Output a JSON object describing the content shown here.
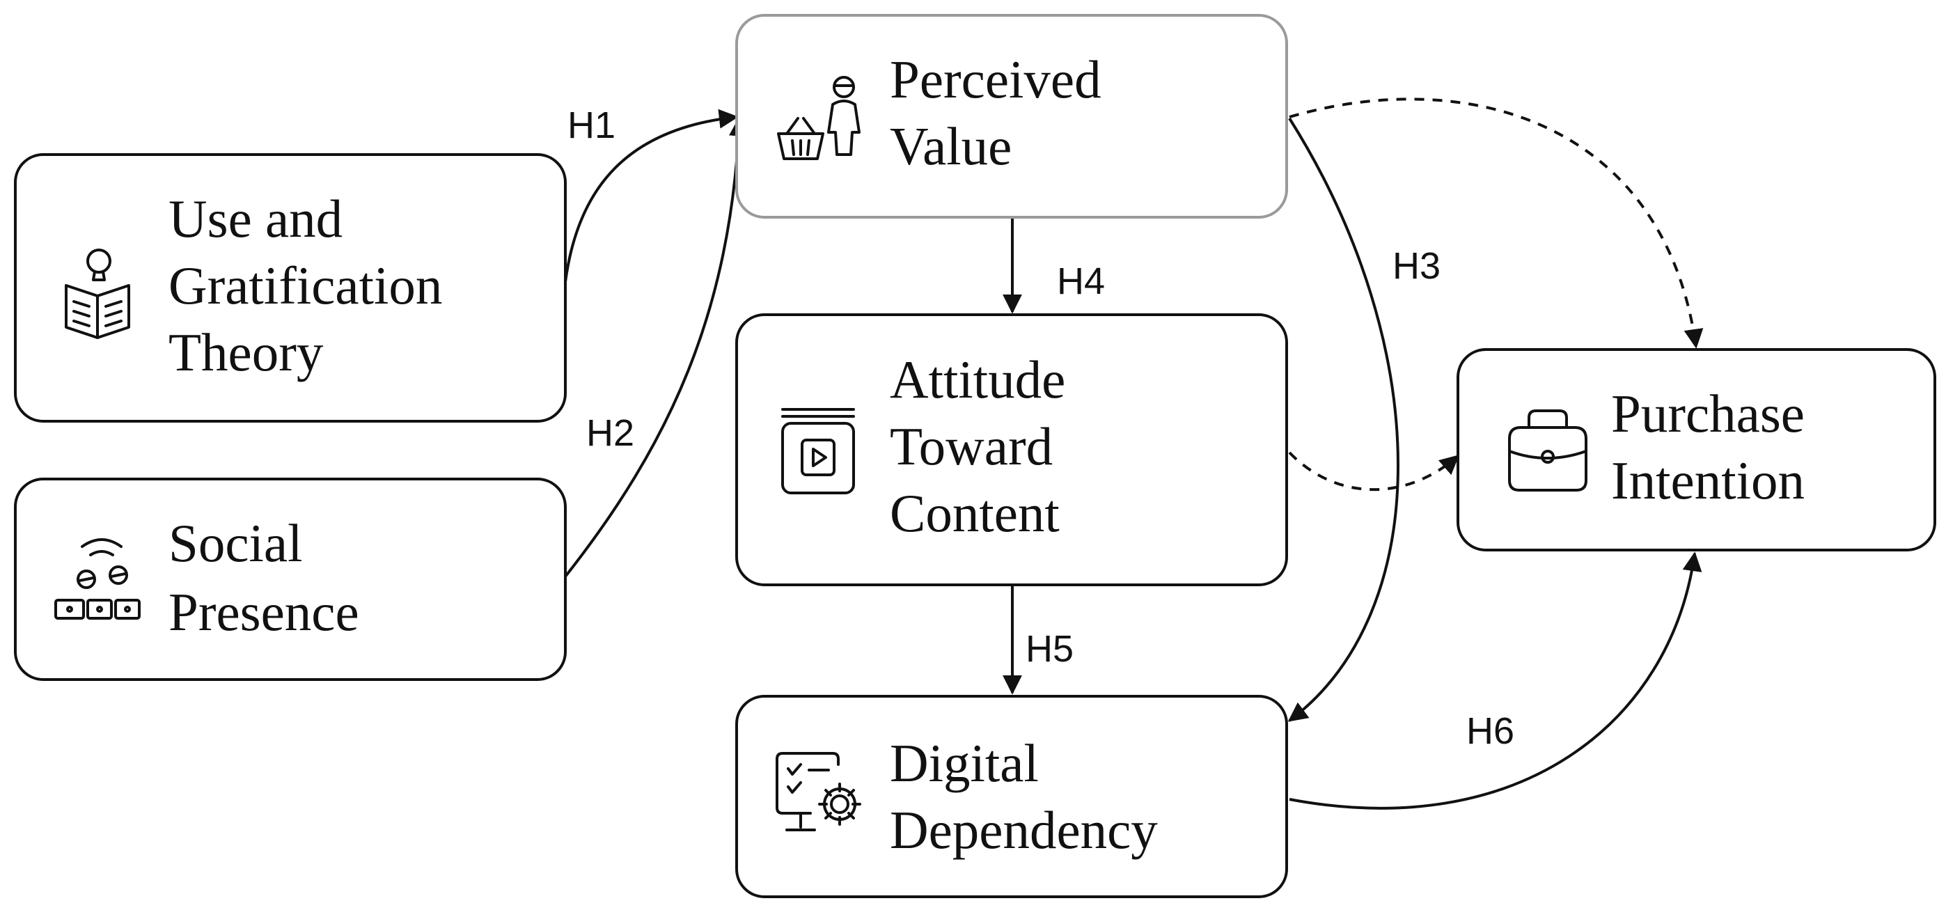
{
  "nodes": {
    "use_gratification": {
      "lines": [
        "Use and",
        "Gratification",
        "Theory"
      ],
      "icon": "reading-newspaper-icon"
    },
    "social_presence": {
      "lines": [
        "Social",
        "Presence"
      ],
      "icon": "online-meeting-icon"
    },
    "perceived_value": {
      "lines": [
        "Perceived",
        "Value"
      ],
      "icon": "shopper-basket-icon"
    },
    "attitude_content": {
      "lines": [
        "Attitude",
        "Toward",
        "Content"
      ],
      "icon": "video-book-icon"
    },
    "digital_dependency": {
      "lines": [
        "Digital",
        "Dependency"
      ],
      "icon": "monitor-gear-icon"
    },
    "purchase_intention": {
      "lines": [
        "Purchase",
        "Intention"
      ],
      "icon": "shopping-bag-icon"
    }
  },
  "hypotheses": {
    "h1": "H1",
    "h2": "H2",
    "h3": "H3",
    "h4": "H4",
    "h5": "H5",
    "h6": "H6"
  },
  "edges": [
    {
      "from": "use_gratification",
      "to": "perceived_value",
      "label": "H1",
      "style": "solid"
    },
    {
      "from": "social_presence",
      "to": "perceived_value",
      "label": "H2",
      "style": "solid"
    },
    {
      "from": "perceived_value",
      "to": "digital_dependency",
      "label": "H3",
      "style": "solid"
    },
    {
      "from": "perceived_value",
      "to": "attitude_content",
      "label": "H4",
      "style": "solid"
    },
    {
      "from": "attitude_content",
      "to": "digital_dependency",
      "label": "H5",
      "style": "solid"
    },
    {
      "from": "digital_dependency",
      "to": "purchase_intention",
      "label": "H6",
      "style": "solid"
    },
    {
      "from": "perceived_value",
      "to": "purchase_intention",
      "label": "",
      "style": "dashed"
    },
    {
      "from": "attitude_content",
      "to": "purchase_intention",
      "label": "",
      "style": "dashed"
    }
  ],
  "colors": {
    "stroke": "#111111",
    "box_light_stroke": "#9a9a9a",
    "background": "#ffffff"
  }
}
